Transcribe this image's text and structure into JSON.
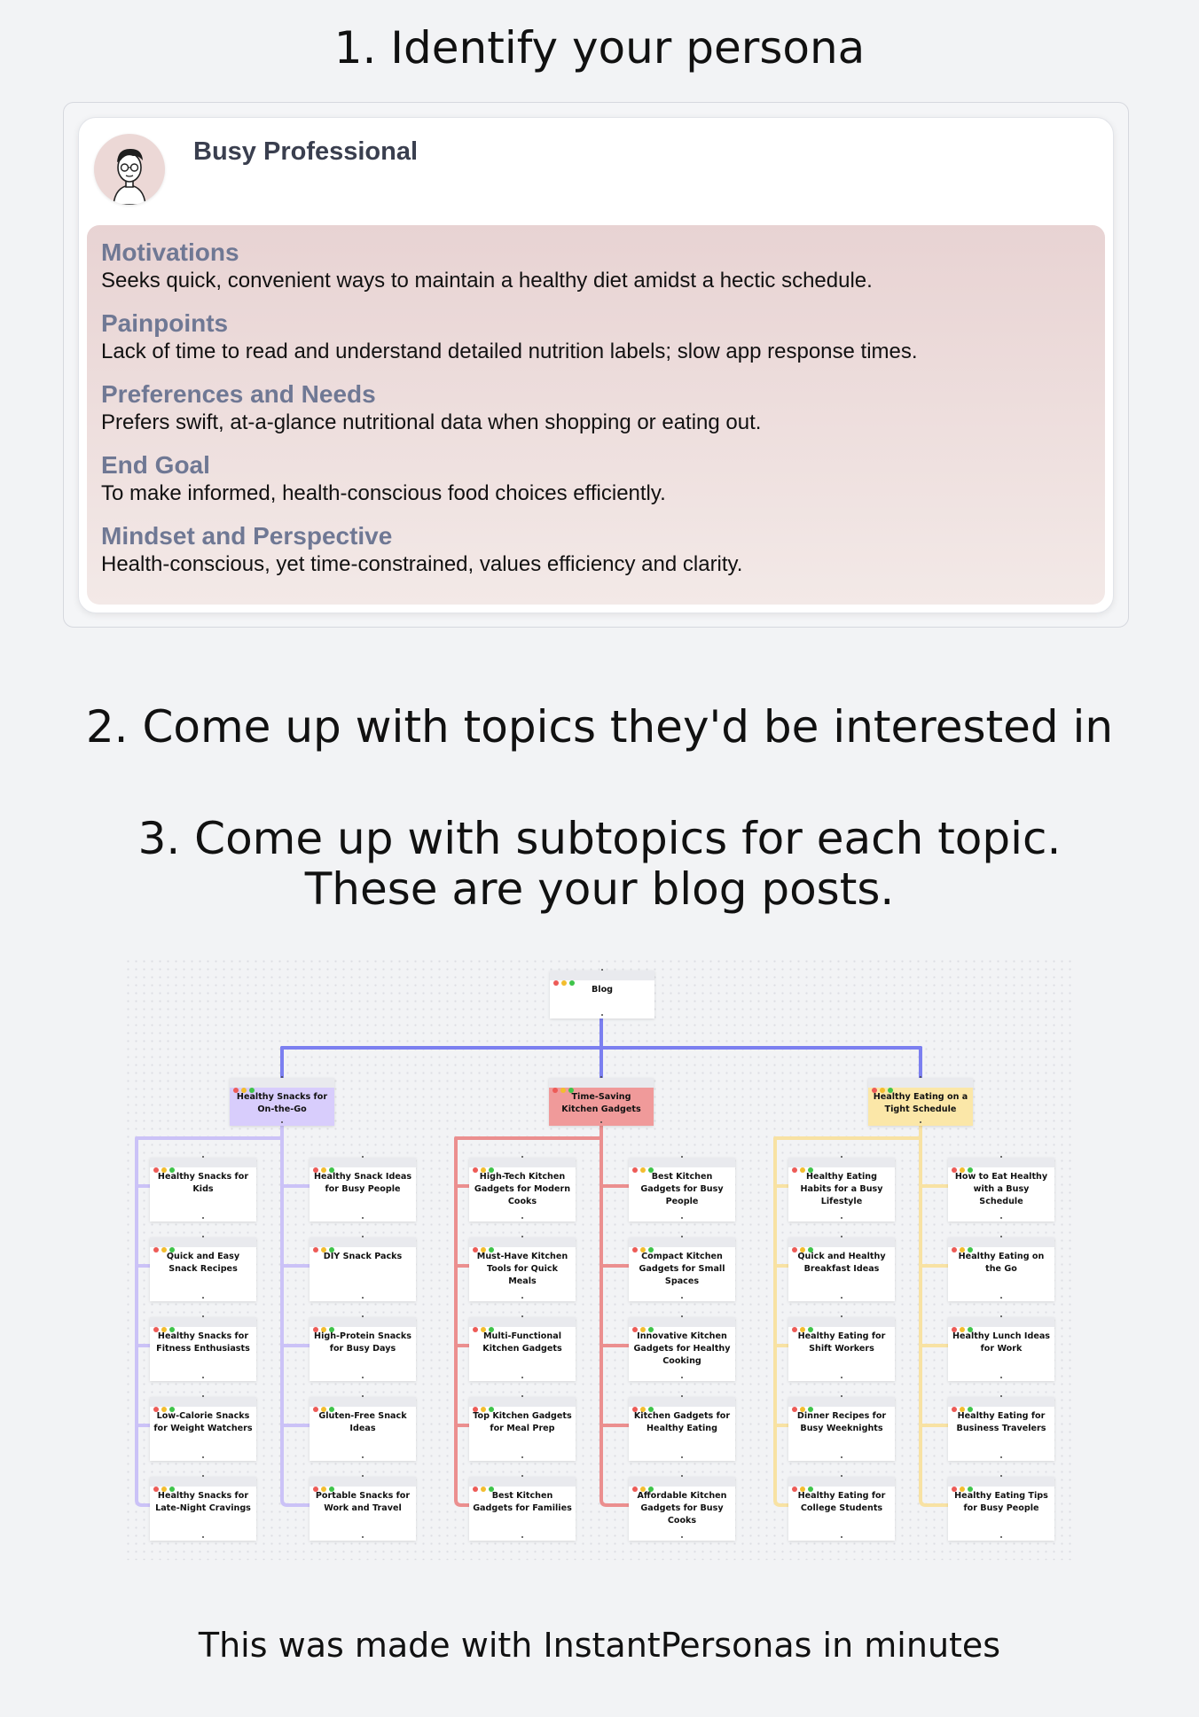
{
  "headings": {
    "step1": "1. Identify your persona",
    "step2": "2. Come up with topics they'd be interested in",
    "step3_line1": "3. Come up with subtopics for each topic.",
    "step3_line2": "These are your blog posts.",
    "footer": "This was made with InstantPersonas in minutes"
  },
  "persona": {
    "name": "Busy Professional",
    "avatar_icon": "person-with-glasses-icon",
    "fields": [
      {
        "label": "Motivations",
        "text": "Seeks quick, convenient ways to maintain a healthy diet amidst a hectic schedule."
      },
      {
        "label": "Painpoints",
        "text": "Lack of time to read and understand detailed nutrition labels; slow app response times."
      },
      {
        "label": "Preferences and Needs",
        "text": "Prefers swift, at-a-glance nutritional data when shopping or eating out."
      },
      {
        "label": "End Goal",
        "text": "To make informed, health-conscious food choices efficiently."
      },
      {
        "label": "Mindset and Perspective",
        "text": "Health-conscious, yet time-constrained, values efficiency and clarity."
      }
    ]
  },
  "diagram": {
    "root": "Blog",
    "root_line_color": "#7b7ff0",
    "topics": [
      {
        "title": "Healthy Snacks for On-the-Go",
        "color": "#d8cdfc",
        "line_color": "#cbc2f7",
        "subtopics_left": [
          "Healthy Snacks for Kids",
          "Quick and Easy Snack Recipes",
          "Healthy Snacks for Fitness Enthusiasts",
          "Low-Calorie Snacks for Weight Watchers",
          "Healthy Snacks for Late-Night Cravings"
        ],
        "subtopics_right": [
          "Healthy Snack Ideas for Busy People",
          "DIY Snack Packs",
          "High-Protein Snacks for Busy Days",
          "Gluten-Free Snack Ideas",
          "Portable Snacks for Work and Travel"
        ]
      },
      {
        "title": "Time-Saving Kitchen Gadgets",
        "color": "#f09a9a",
        "line_color": "#eb8f8f",
        "subtopics_left": [
          "High-Tech Kitchen Gadgets for Modern Cooks",
          "Must-Have Kitchen Tools for Quick Meals",
          "Multi-Functional Kitchen Gadgets",
          "Top Kitchen Gadgets for Meal Prep",
          "Best Kitchen Gadgets for Families"
        ],
        "subtopics_right": [
          "Best Kitchen Gadgets for Busy People",
          "Compact Kitchen Gadgets for Small Spaces",
          "Innovative Kitchen Gadgets for Healthy Cooking",
          "Kitchen Gadgets for Healthy Eating",
          "Affordable Kitchen Gadgets for Busy Cooks"
        ]
      },
      {
        "title": "Healthy Eating on a Tight Schedule",
        "color": "#fbe7a8",
        "line_color": "#f8e2a3",
        "subtopics_left": [
          "Healthy Eating Habits for a Busy Lifestyle",
          "Quick and Healthy Breakfast Ideas",
          "Healthy Eating for Shift Workers",
          "Dinner Recipes for Busy Weeknights",
          "Healthy Eating for College Students"
        ],
        "subtopics_right": [
          "How to Eat Healthy with a Busy Schedule",
          "Healthy Eating on the Go",
          "Healthy Lunch Ideas for Work",
          "Healthy Eating for Business Travelers",
          "Healthy Eating Tips for Busy People"
        ]
      }
    ]
  }
}
